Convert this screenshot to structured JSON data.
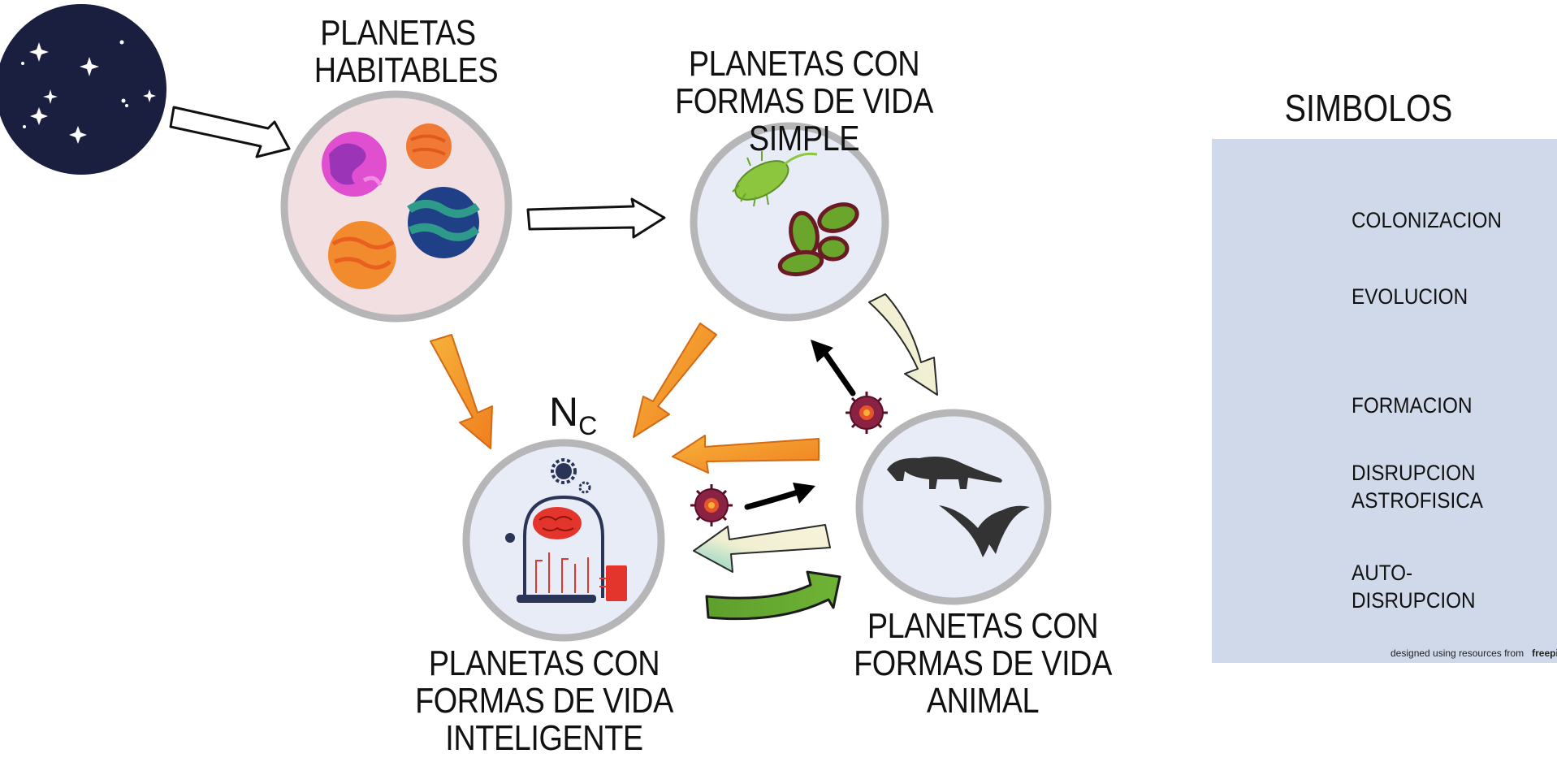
{
  "nodes": {
    "habitable": {
      "lines": [
        "PLANETAS",
        "HABITABLES"
      ]
    },
    "simple": {
      "lines": [
        "PLANETAS CON",
        "FORMAS DE VIDA SIMPLE"
      ]
    },
    "intelligent": {
      "lines": [
        "PLANETAS CON",
        "FORMAS DE VIDA  INTELIGENTE"
      ],
      "marker_main": "N",
      "marker_sub": "C"
    },
    "animal": {
      "lines": [
        "PLANETAS CON",
        "FORMAS DE VIDA ANIMAL"
      ]
    }
  },
  "legend": {
    "title": "SIMBOLOS",
    "items": [
      {
        "key": "colonizacion",
        "lines": [
          "COLONIZACION"
        ]
      },
      {
        "key": "evolucion",
        "lines": [
          "EVOLUCION"
        ]
      },
      {
        "key": "formacion",
        "lines": [
          "FORMACION"
        ]
      },
      {
        "key": "disrupcion",
        "lines": [
          "DISRUPCION",
          "ASTROFISICA"
        ]
      },
      {
        "key": "autodisrupcion",
        "lines": [
          "AUTO-DISRUPCION"
        ]
      }
    ],
    "credit_prefix": "designed using resources from",
    "credit_brand": "freepik"
  },
  "colors": {
    "colonization": "#f39a2a",
    "evolution_light": "#f7f3d8",
    "evolution_teal": "#7fd0c0",
    "formation": "#ffffff",
    "disruption_arrow": "#000000",
    "self_disruption": "#5a9a2a",
    "virus": "#7a1e3a",
    "legend_bg": "#cfd9ea",
    "space": "#1b1f3f"
  }
}
